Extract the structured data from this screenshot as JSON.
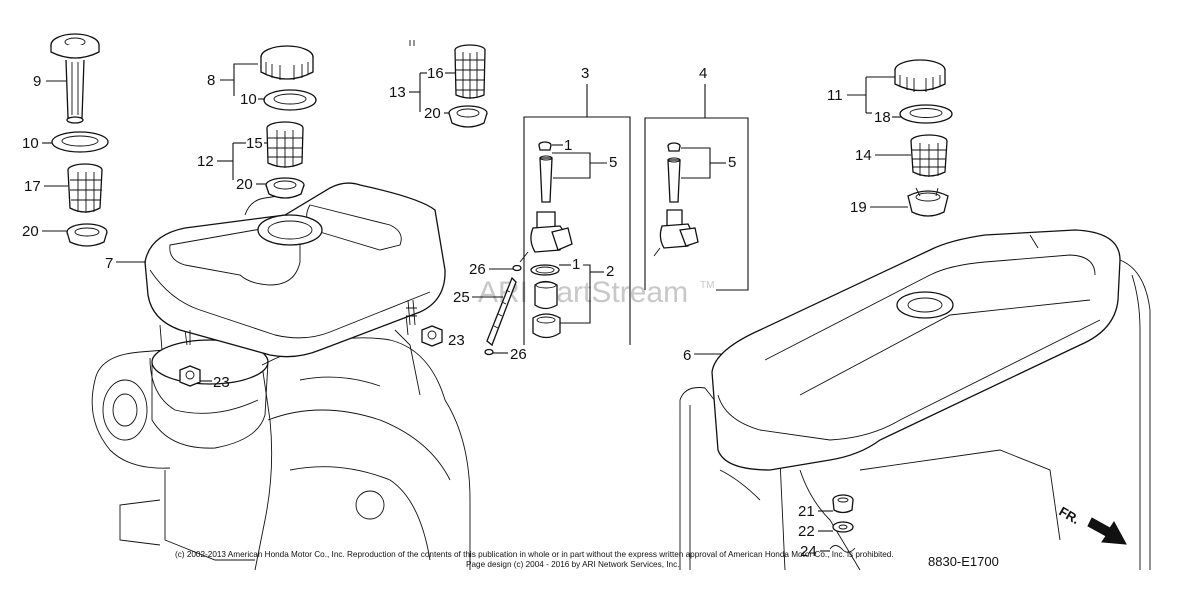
{
  "diagram": {
    "watermark": "ARI PartStream",
    "watermark_tm": "TM",
    "copyright_line1": "(c) 2002-2013 American Honda Motor Co., Inc. Reproduction of the contents of this publication in whole or in part without the express written approval of American Honda Motor Co., Inc. is prohibited.",
    "copyright_line2": "Page design (c) 2004 - 2016 by ARI Network Services, Inc.",
    "diagram_code": "8830-E1700",
    "direction_label": "FR.",
    "callouts": {
      "c9": "9",
      "c10a": "10",
      "c17": "17",
      "c20a": "20",
      "c7": "7",
      "c8": "8",
      "c10b": "10",
      "c12": "12",
      "c15": "15",
      "c20b": "20",
      "c13": "13",
      "c16": "16",
      "c20c": "20",
      "c3": "3",
      "c1a": "1",
      "c5a": "5",
      "c26a": "26",
      "c1b": "1",
      "c2": "2",
      "c25": "25",
      "c26b": "26",
      "c23a": "23",
      "c23b": "23",
      "c4": "4",
      "c5b": "5",
      "c11": "11",
      "c18": "18",
      "c14": "14",
      "c19": "19",
      "c6": "6",
      "c21": "21",
      "c22": "22",
      "c24": "24"
    }
  }
}
